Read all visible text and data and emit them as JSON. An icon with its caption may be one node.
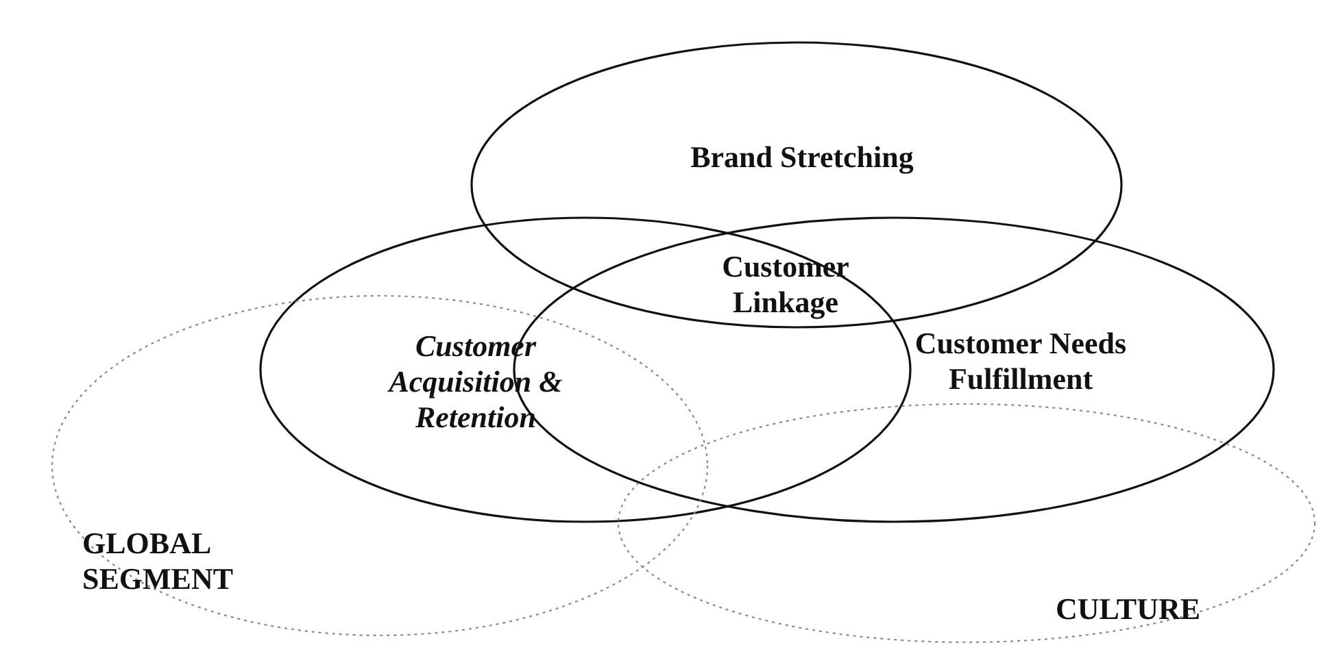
{
  "diagram": {
    "nodes": [
      {
        "text": [
          "Brand Stretching"
        ]
      },
      {
        "text": [
          "Customer Acquisition & Retention"
        ]
      },
      {
        "text": [
          "Customer Needs Fulfillment"
        ]
      },
      {
        "text": [
          "GLOBAL SEGMENT"
        ]
      },
      {
        "text": [
          "CULTURE"
        ]
      }
    ],
    "edges": [],
    "labels": [
      "Customer Linkage"
    ]
  }
}
